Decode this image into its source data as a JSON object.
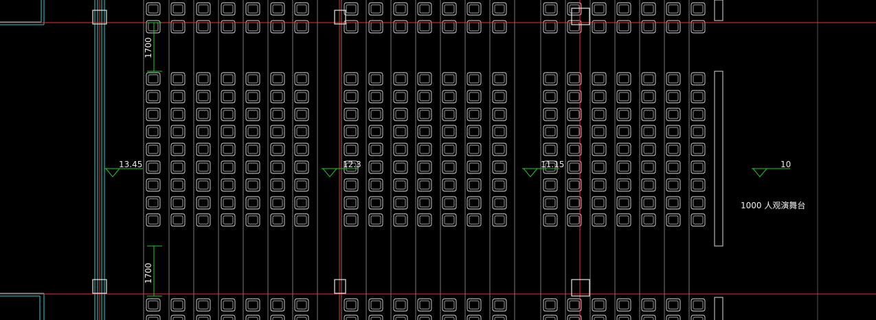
{
  "drawing": {
    "background": "#000000",
    "colors": {
      "axis_line": "#ff2a2a",
      "level_marker": "#22cc22",
      "dimension": "#22cc22",
      "wall_outline": "#1fd6d6",
      "seat": "#dcdcdc",
      "grid_line": "#9a9a9a",
      "text": "#f0f0f0"
    },
    "levels": [
      {
        "value": "13.45"
      },
      {
        "value": "12.3"
      },
      {
        "value": "11.15"
      },
      {
        "value": "10"
      }
    ],
    "dimensions": [
      {
        "value": "1700"
      },
      {
        "value": "1700"
      }
    ],
    "stage_label": "1000 人观演舞台"
  }
}
